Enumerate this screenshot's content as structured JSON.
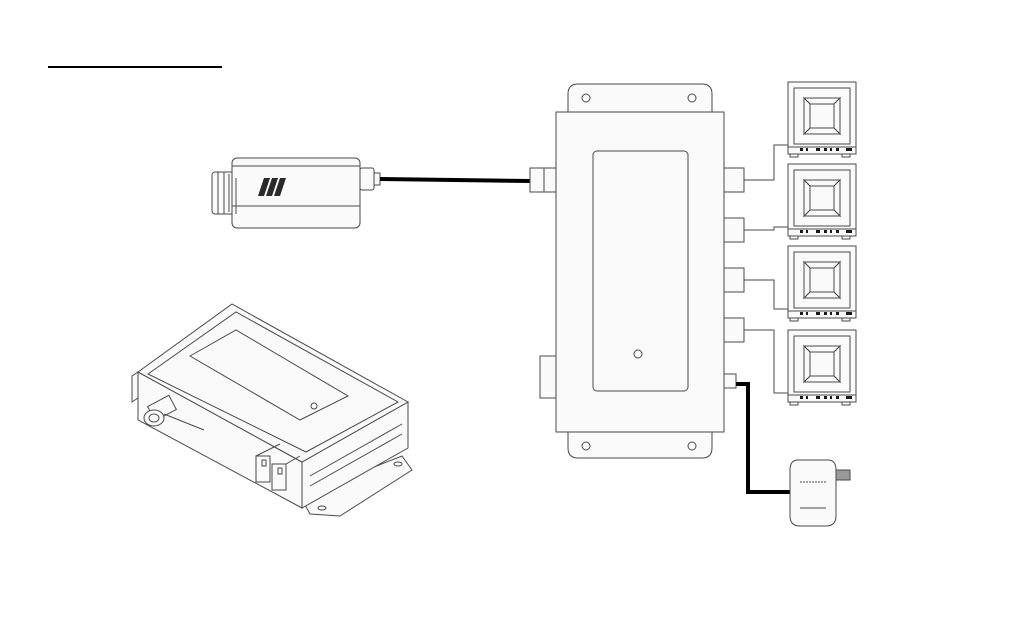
{
  "page": {
    "background": "#ffffff",
    "line_color": "#000000",
    "outline_color": "#4a4a4a",
    "fill_color": "#f4f4f4"
  },
  "diagram": {
    "components": [
      {
        "name": "title-underline",
        "icon": "horizontal-rule"
      },
      {
        "name": "camera",
        "icon": "video-camera-icon",
        "brand_mark": "triple-slash-logo"
      },
      {
        "name": "amplifier-unit",
        "icon": "isometric-box-icon"
      },
      {
        "name": "distribution-box",
        "icon": "distribution-amplifier-icon",
        "outputs": 4
      },
      {
        "name": "monitor",
        "icon": "monitor-icon",
        "count": 4
      },
      {
        "name": "power-adapter",
        "icon": "wall-plug-icon"
      }
    ],
    "connections": [
      {
        "from": "camera",
        "to": "distribution-box-input",
        "style": "thick"
      },
      {
        "from": "distribution-box-output-1",
        "to": "monitor-1",
        "style": "thin"
      },
      {
        "from": "distribution-box-output-2",
        "to": "monitor-2",
        "style": "thin"
      },
      {
        "from": "distribution-box-output-3",
        "to": "monitor-3",
        "style": "thin"
      },
      {
        "from": "distribution-box-output-4",
        "to": "monitor-4",
        "style": "thin"
      },
      {
        "from": "distribution-box-power",
        "to": "power-adapter",
        "style": "thick"
      }
    ]
  }
}
